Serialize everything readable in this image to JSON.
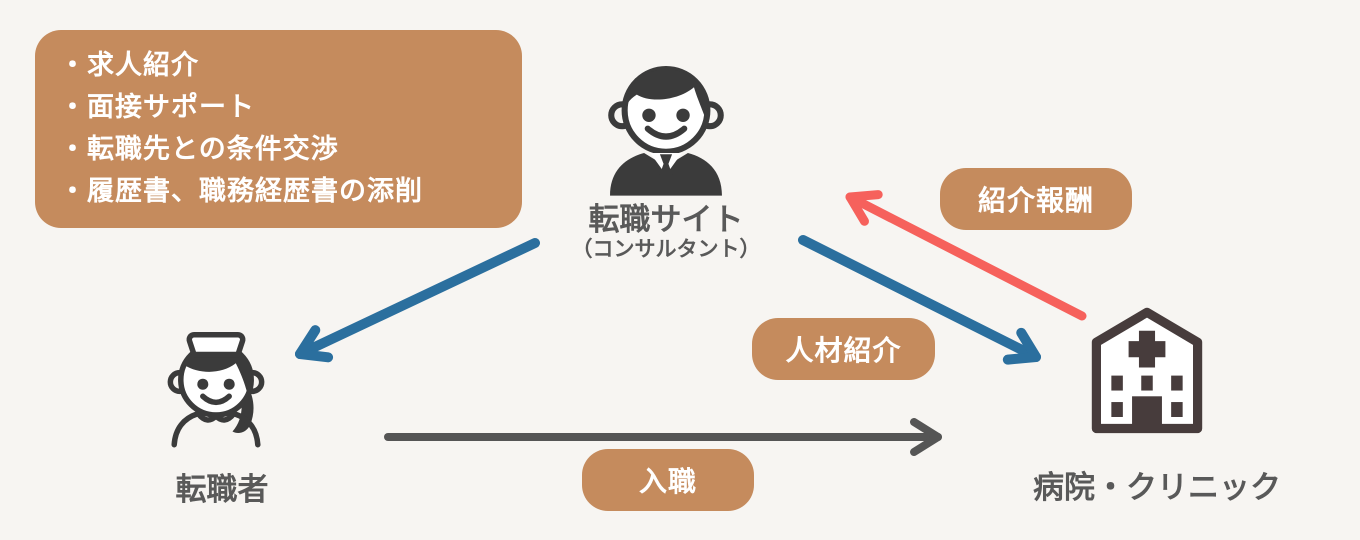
{
  "diagram": {
    "background": "#f7f5f2",
    "accent_brown": "#c58b5d",
    "label_gray": "#595959"
  },
  "services_box": {
    "items": [
      "・求人紹介",
      "・面接サポート",
      "・転職先との条件交渉",
      "・履歴書、職務経歴書の添削"
    ]
  },
  "nodes": {
    "consultant": {
      "label": "転職サイト",
      "sublabel": "（コンサルタント）",
      "icon": "businessman-icon",
      "icon_color": "#3b3b3b"
    },
    "job_changer": {
      "label": "転職者",
      "icon": "nurse-icon",
      "icon_color": "#3b3b3b"
    },
    "hospital": {
      "label": "病院・クリニック",
      "icon": "hospital-building-icon",
      "icon_color": "#473c3c"
    }
  },
  "badges": {
    "referral_fee": "紹介報酬",
    "talent_referral": "人材紹介",
    "joining": "入職"
  },
  "arrows": {
    "site_to_job_changer": {
      "color": "#2b6f9e",
      "from": "consultant",
      "to": "job_changer"
    },
    "site_to_hospital": {
      "color": "#2b6f9e",
      "from": "consultant",
      "to": "hospital",
      "label": "人材紹介"
    },
    "hospital_to_site": {
      "color": "#f6615c",
      "from": "hospital",
      "to": "consultant",
      "label": "紹介報酬"
    },
    "job_changer_to_hospital": {
      "color": "#555555",
      "from": "job_changer",
      "to": "hospital",
      "label": "入職"
    }
  }
}
